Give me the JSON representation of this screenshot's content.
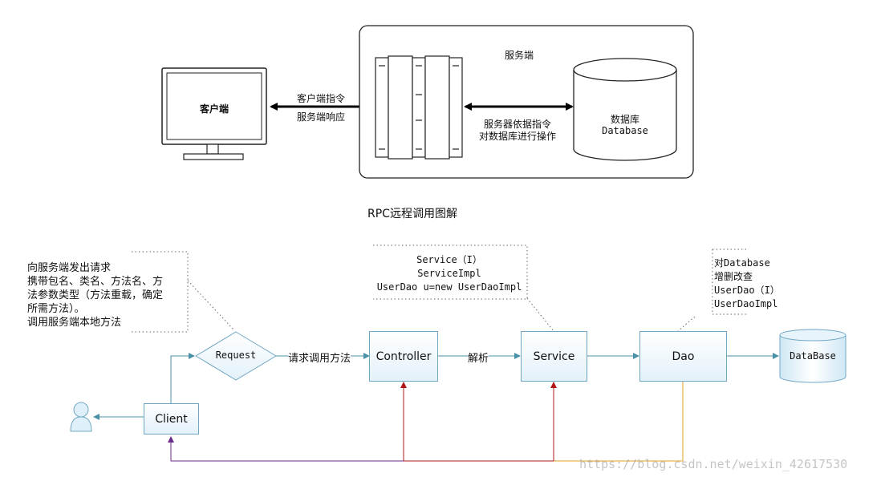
{
  "top": {
    "client_label": "客户端",
    "client_server_arrow_label": [
      "客户端指令",
      "服务端响应"
    ],
    "server_region_title": "服务端",
    "server_db_arrow_label": [
      "服务器依据指令",
      "对数据库进行操作"
    ],
    "database_label_cn": "数据库",
    "database_label_en": "Database",
    "caption": "RPC远程调用图解"
  },
  "flow": {
    "client_note": [
      "向服务端发出请求",
      "携带包名、类名、方法名、方",
      "法参数类型（方法重载，确定",
      "所需方法）。",
      "调用服务端本地方法"
    ],
    "service_note": [
      "Service（I）",
      "ServiceImpl",
      "UserDao u=new UserDaoImpl"
    ],
    "dao_note": [
      "对Database",
      "增删改查",
      "UserDao（I）",
      "UserDaoImpl"
    ],
    "request_label": "Request",
    "request_edge_label": "请求调用方法",
    "controller_label": "Controller",
    "parse_edge_label": "解析",
    "service_label": "Service",
    "dao_label": "Dao",
    "database_label": "DataBase",
    "client_label": "Client"
  },
  "watermark": "https://blog.csdn.net/weixin_42617530"
}
